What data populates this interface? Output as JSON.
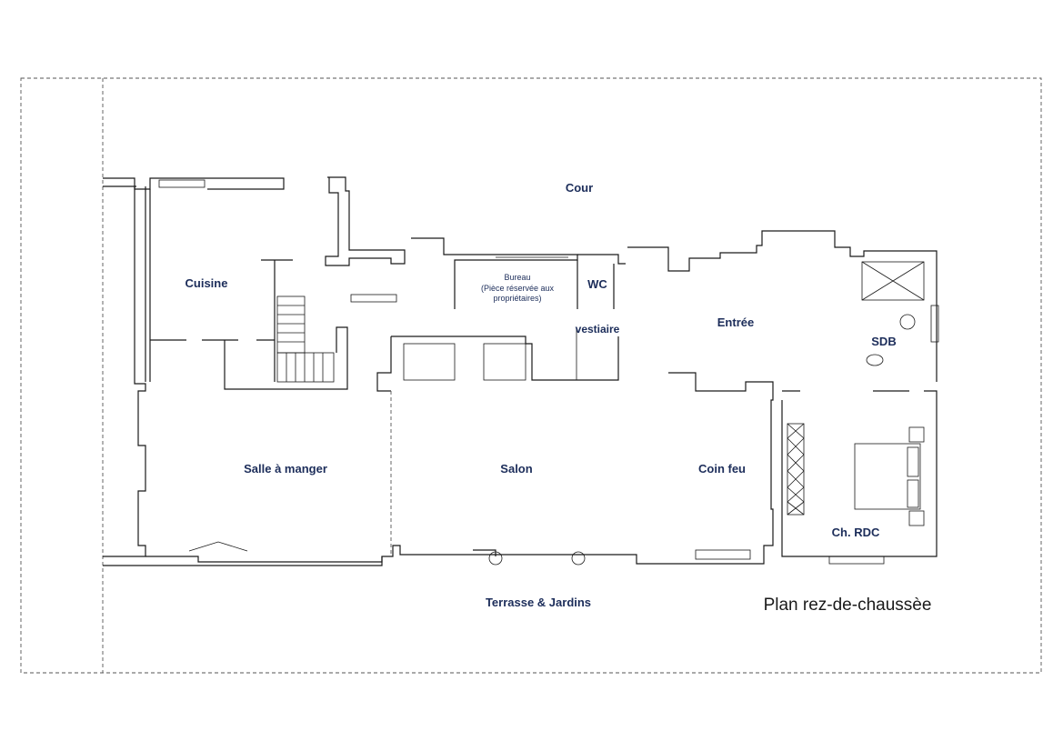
{
  "title": "Plan rez-de-chaussèe",
  "rooms": {
    "cour": "Cour",
    "cuisine": "Cuisine",
    "bureau_line1": "Bureau",
    "bureau_line2": "(Pièce réservée aux",
    "bureau_line3": "propriétaires)",
    "wc": "WC",
    "vestiaire": "vestiaire",
    "entree": "Entrée",
    "sdb": "SDB",
    "salle_a_manger": "Salle à manger",
    "salon": "Salon",
    "coin_feu": "Coin feu",
    "ch_rdc": "Ch. RDC",
    "terrasse": "Terrasse & Jardins"
  },
  "colors": {
    "label": "#1c2d5a",
    "wall": "#1a1a1a"
  }
}
